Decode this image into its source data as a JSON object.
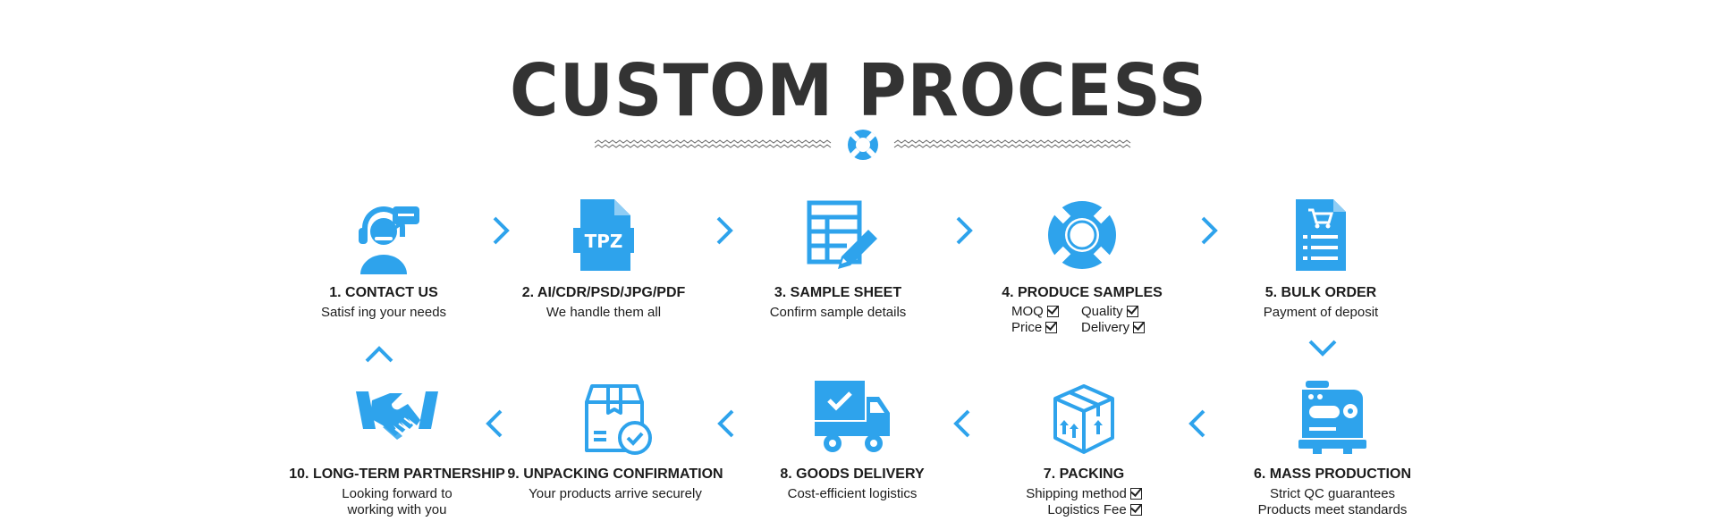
{
  "title": "CUSTOM PROCESS",
  "accent_color": "#2ea3ec",
  "steps": [
    {
      "name": "1. CONTACT US",
      "desc": [
        "Satisf ing your needs"
      ],
      "icon": "customer-service-icon"
    },
    {
      "name": "2. AI/CDR/PSD/JPG/PDF",
      "desc": [
        "We handle them all"
      ],
      "icon": "file-tpz-icon"
    },
    {
      "name": "3. SAMPLE SHEET",
      "desc": [
        "Confirm sample details"
      ],
      "icon": "spreadsheet-pencil-icon"
    },
    {
      "name": "4. PRODUCE SAMPLES",
      "checks": [
        "MOQ",
        "Quality",
        "Price",
        "Delivery"
      ],
      "icon": "lifebuoy-icon"
    },
    {
      "name": "5. BULK ORDER",
      "desc": [
        "Payment of deposit"
      ],
      "icon": "order-cart-icon"
    },
    {
      "name": "6. MASS PRODUCTION",
      "desc": [
        "Strict QC guarantees",
        "Products meet standards"
      ],
      "icon": "sewing-machine-icon"
    },
    {
      "name": "7. PACKING",
      "checks": [
        "Shipping method",
        "Logistics Fee"
      ],
      "icon": "package-box-icon"
    },
    {
      "name": "8. GOODS DELIVERY",
      "desc": [
        "Cost-efficient logistics"
      ],
      "icon": "delivery-truck-icon"
    },
    {
      "name": "9. UNPACKING CONFIRMATION",
      "desc": [
        "Your products arrive securely"
      ],
      "icon": "box-check-icon"
    },
    {
      "name": "10. LONG-TERM PARTNERSHIP",
      "desc": [
        "Looking forward to",
        "working with you"
      ],
      "icon": "handshake-icon"
    }
  ]
}
